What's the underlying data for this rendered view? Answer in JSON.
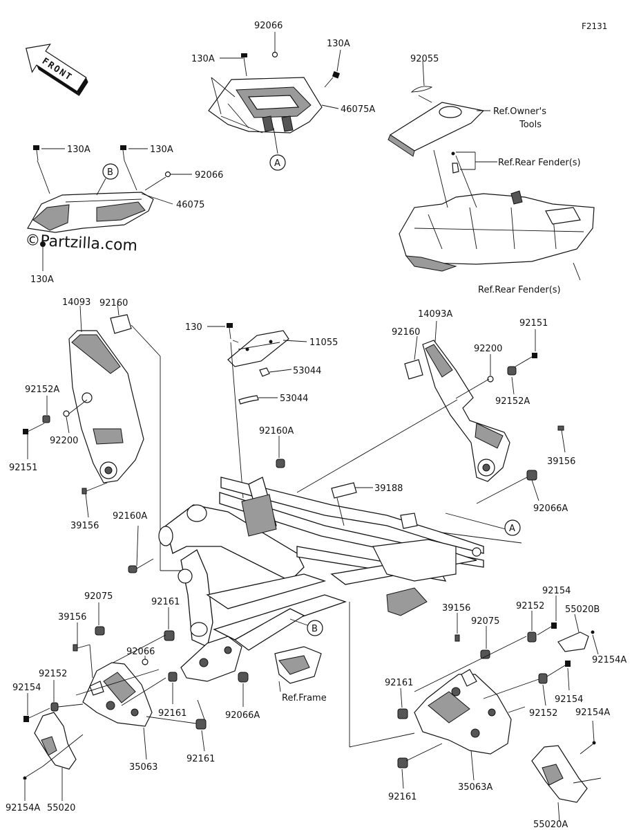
{
  "diagram_code": "F2131",
  "front_arrow": "FRONT",
  "watermark": "©Partzilla.com",
  "callouts": [
    "A",
    "B"
  ],
  "references": {
    "owners_tools": [
      "Ref.Owner's",
      "Tools"
    ],
    "rear_fender": "Ref.Rear Fender(s)",
    "frame": "Ref.Frame"
  },
  "part_labels": [
    "92066",
    "130A",
    "130A",
    "46075A",
    "92055",
    "130A",
    "130A",
    "92066",
    "46075",
    "130A",
    "92160",
    "14093",
    "130",
    "11055",
    "53044",
    "53044",
    "14093A",
    "92160",
    "92200",
    "92151",
    "92152A",
    "92152A",
    "92200",
    "92151",
    "92160A",
    "39188",
    "39156",
    "92066A",
    "39156",
    "92160A",
    "92075",
    "39156",
    "92161",
    "92066",
    "92152",
    "92154",
    "92161",
    "92161",
    "35063",
    "55020",
    "92154A",
    "92066A",
    "39156",
    "92075",
    "92154",
    "92152",
    "55020B",
    "92154A",
    "92161",
    "92154",
    "92152",
    "92154A",
    "92161",
    "35063A",
    "55020A"
  ]
}
